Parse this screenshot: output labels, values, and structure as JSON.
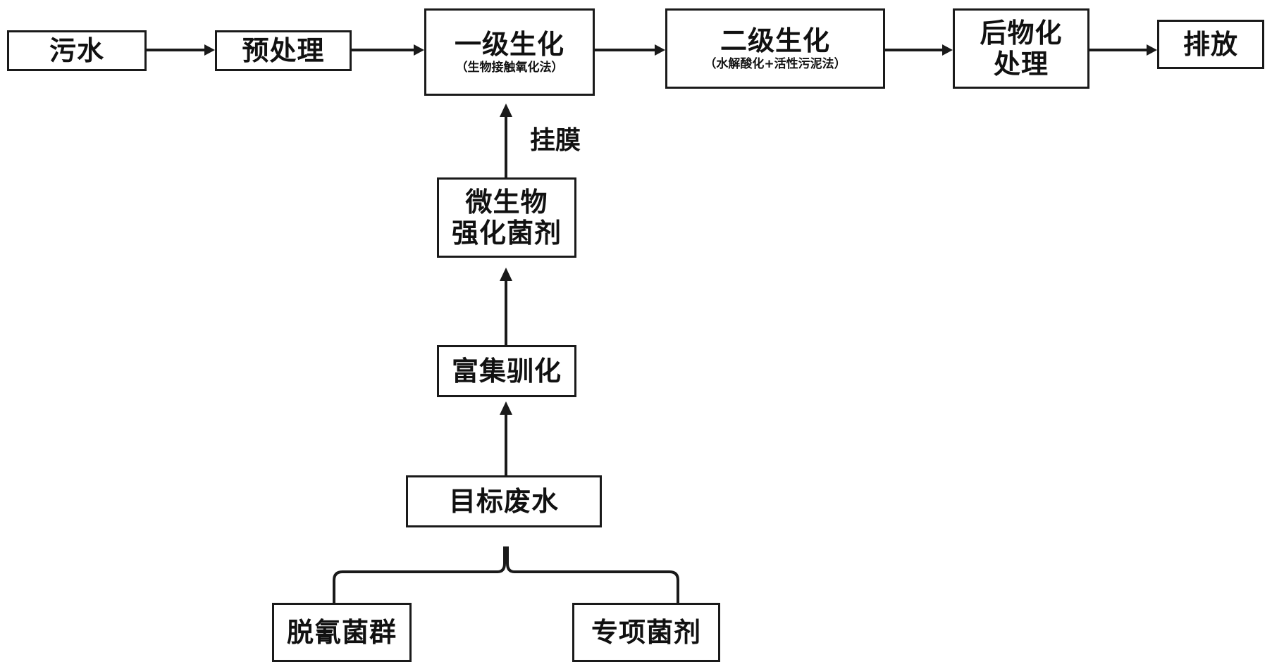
{
  "diagram": {
    "top_row": [
      {
        "id": "sewage",
        "label": "污水"
      },
      {
        "id": "pretreat",
        "label": "预处理"
      },
      {
        "id": "stage1",
        "label": "一级生化",
        "sub": "（生物接触氧化法）"
      },
      {
        "id": "stage2",
        "label": "二级生化",
        "sub": "（水解酸化+活性污泥法）"
      },
      {
        "id": "post",
        "label_line1": "后物化",
        "label_line2": "处理"
      },
      {
        "id": "discharge",
        "label": "排放"
      }
    ],
    "vertical": {
      "agent": {
        "line1": "微生物",
        "line2": "强化菌剂"
      },
      "enrich": {
        "label": "富集驯化"
      },
      "target": {
        "label": "目标废水"
      },
      "bottom_left": {
        "label": "脱氰菌群"
      },
      "bottom_right": {
        "label": "专项菌剂"
      }
    },
    "film_label": "挂膜",
    "line_color": "#1a1a1a"
  }
}
